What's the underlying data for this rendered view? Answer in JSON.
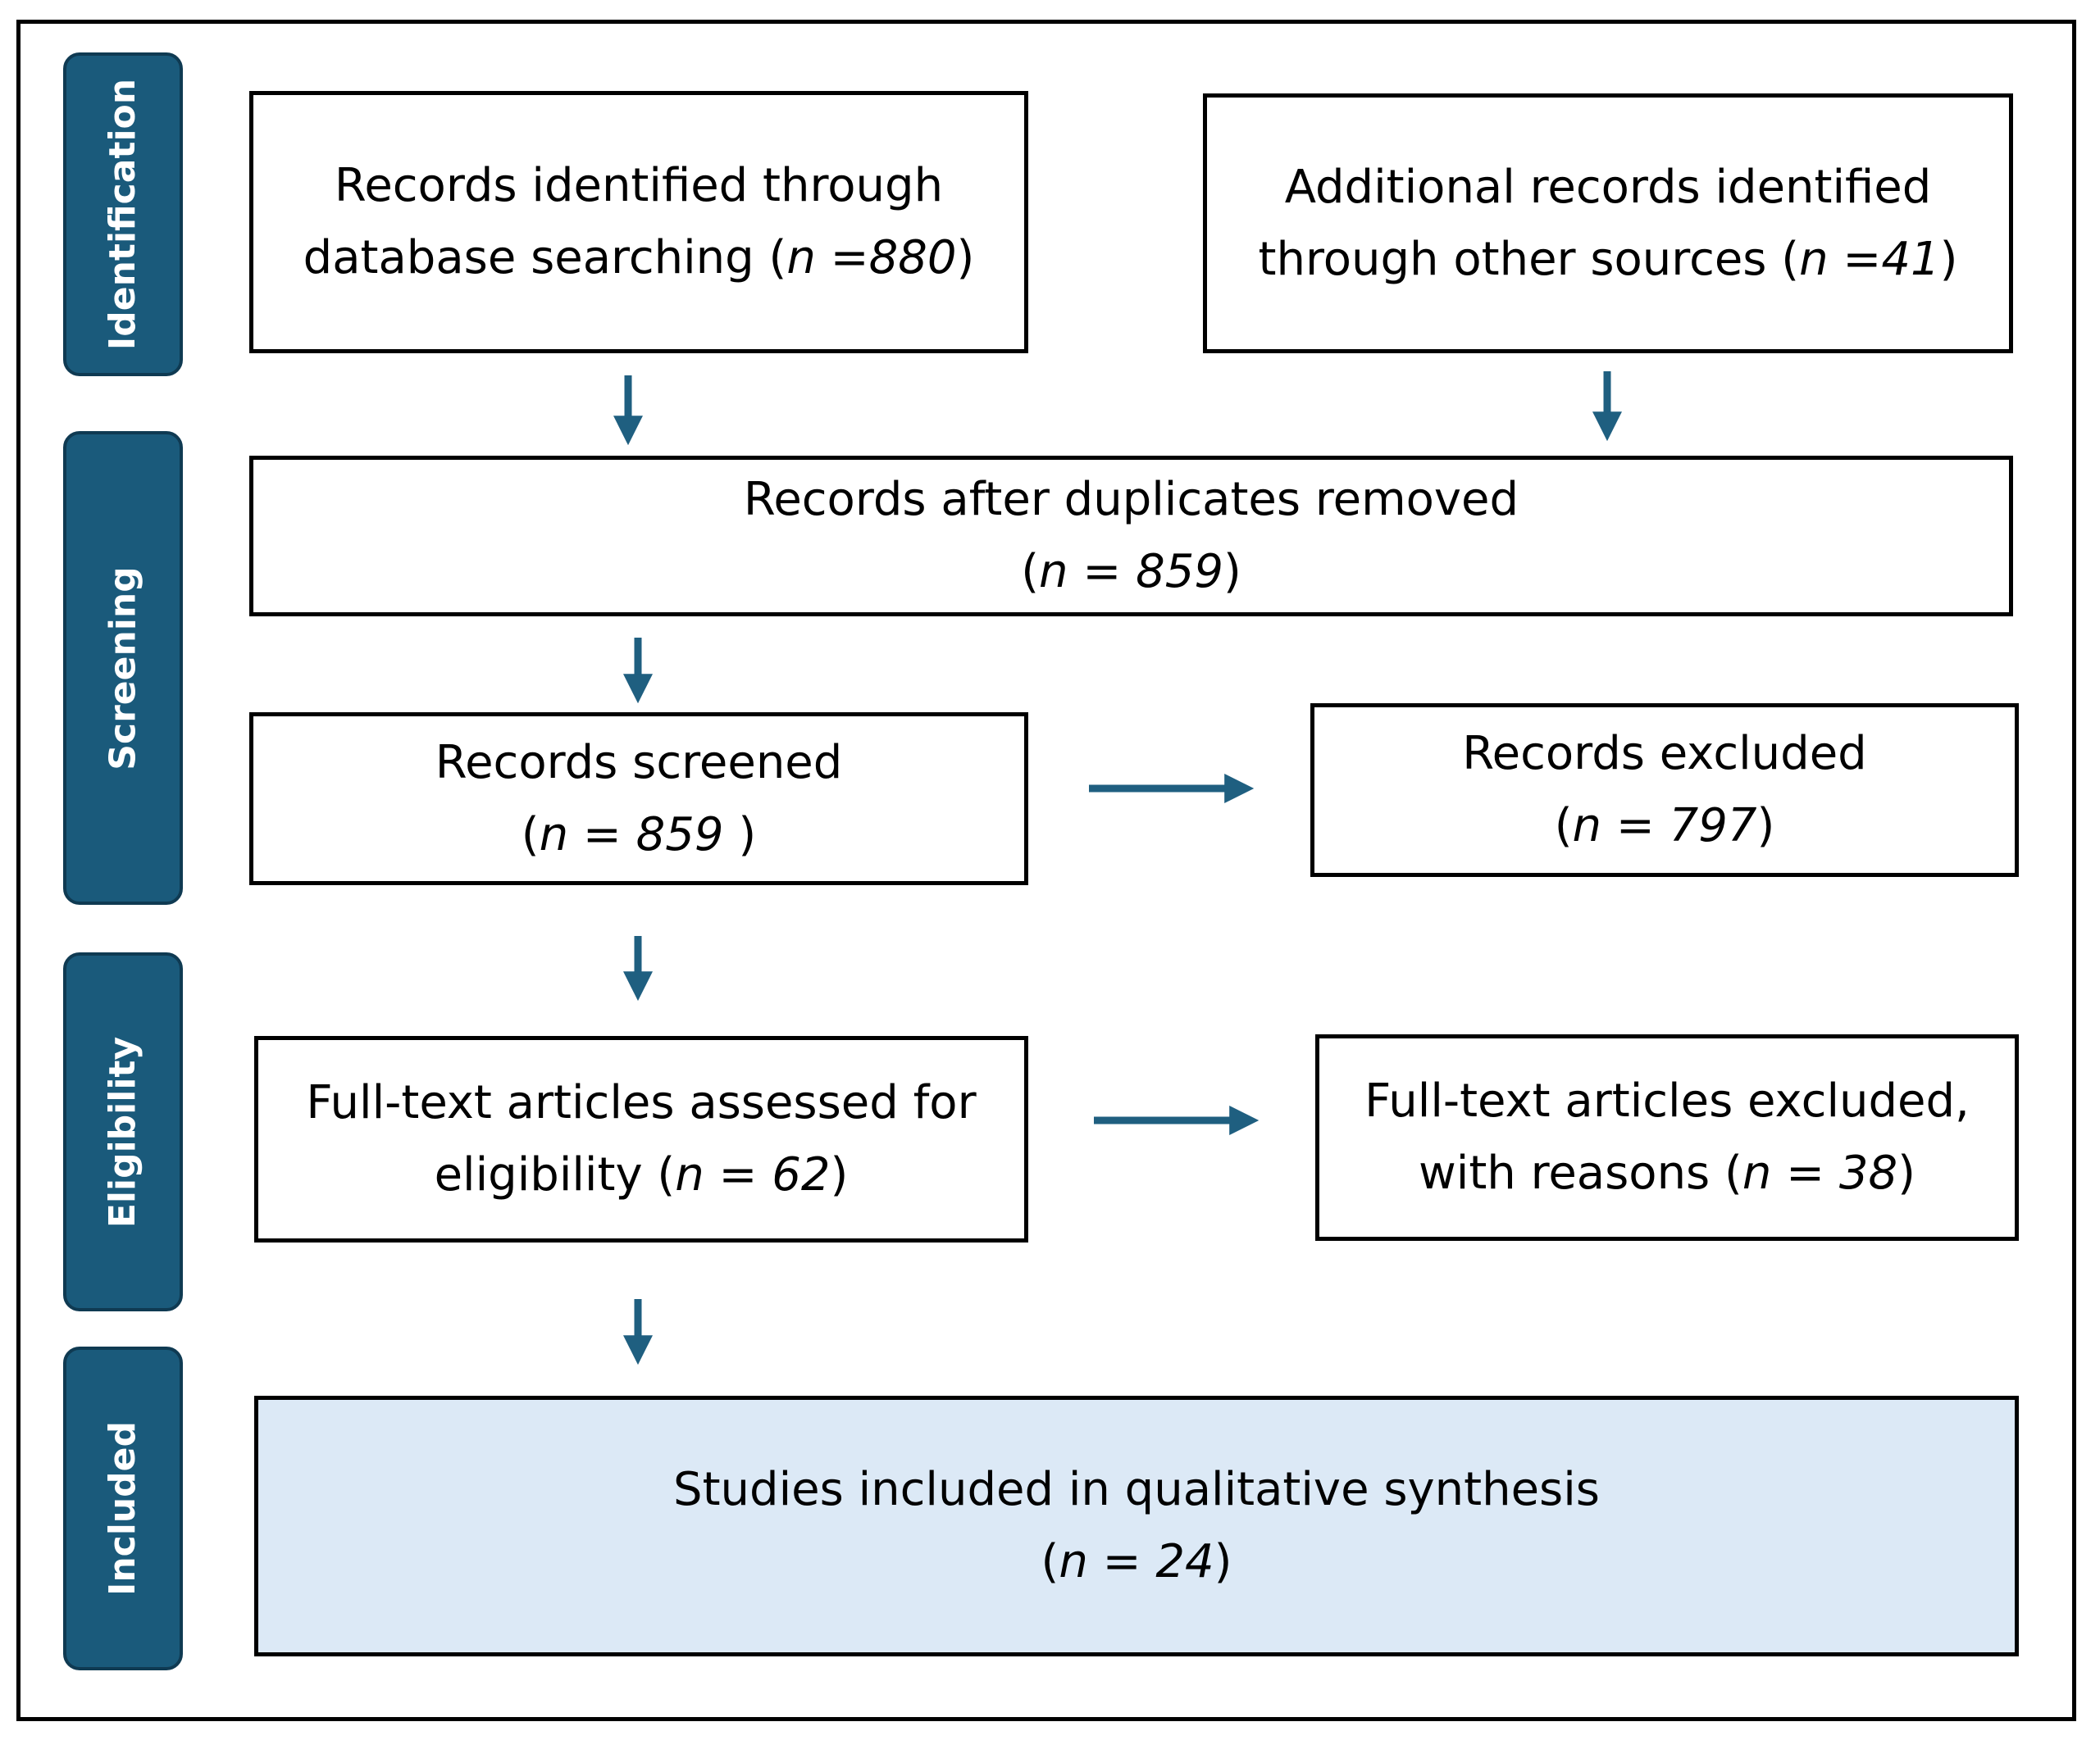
{
  "stages": [
    {
      "id": "identification",
      "label": "Identification"
    },
    {
      "id": "screening",
      "label": "Screening"
    },
    {
      "id": "eligibility",
      "label": "Eligibility"
    },
    {
      "id": "included",
      "label": "Included"
    }
  ],
  "boxes": {
    "database": {
      "line1": "Records identified through",
      "line2_text": "database searching (",
      "line2_n": "n =880",
      "line2_close": ")"
    },
    "other_sources": {
      "line1": "Additional records identified",
      "line2_text": "through other sources (",
      "line2_n": "n =41",
      "line2_close": ")"
    },
    "duplicates_removed": {
      "line1": "Records after duplicates removed",
      "line2_open": "(",
      "line2_n": "n = 859",
      "line2_close": ")"
    },
    "screened": {
      "line1": "Records screened",
      "line2_open": "(",
      "line2_n": "n = 859 ",
      "line2_close": ")"
    },
    "excluded": {
      "line1": "Records excluded",
      "line2_open": "(",
      "line2_n": "n = 797",
      "line2_close": ")"
    },
    "fulltext_assessed": {
      "line1": "Full-text articles assessed for",
      "line2_text": "eligibility (",
      "line2_n": "n = 62",
      "line2_close": ")"
    },
    "fulltext_excluded": {
      "line1": "Full-text articles excluded,",
      "line2_text": "with reasons (",
      "line2_n": "n = 38",
      "line2_close": ")"
    },
    "included": {
      "line1": "Studies included in qualitative synthesis",
      "line2_open": "(",
      "line2_n": "n = 24",
      "line2_close": ")"
    }
  },
  "colors": {
    "stage_fill": "#1a5a7b",
    "stage_border": "#0f3a52",
    "stage_text": "#ffffff",
    "arrow": "#1f5f80",
    "box_border": "#000000",
    "included_fill": "#dce9f6"
  }
}
